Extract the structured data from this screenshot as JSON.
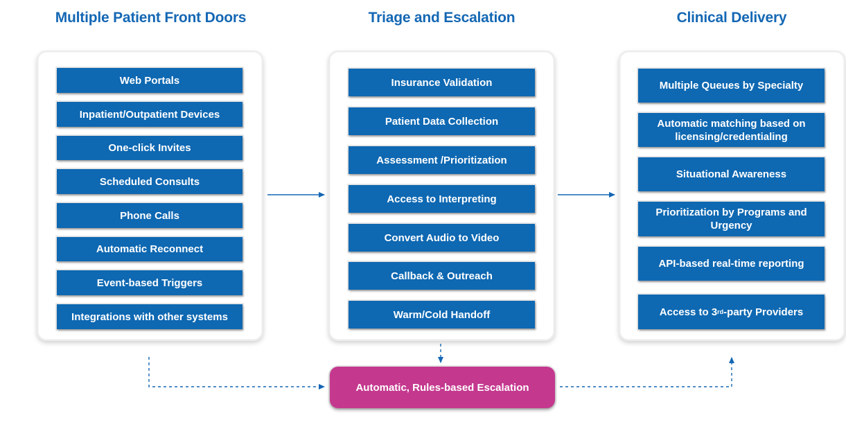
{
  "columns": [
    {
      "title": "Multiple Patient Front Doors",
      "items": [
        "Web Portals",
        "Inpatient/Outpatient Devices",
        "One-click Invites",
        "Scheduled Consults",
        "Phone Calls",
        "Automatic Reconnect",
        "Event-based Triggers",
        "Integrations with other systems"
      ]
    },
    {
      "title": "Triage and Escalation",
      "items": [
        "Insurance Validation",
        "Patient Data Collection",
        "Assessment /Prioritization",
        "Access to Interpreting",
        "Convert Audio to Video",
        "Callback & Outreach",
        "Warm/Cold Handoff"
      ]
    },
    {
      "title": "Clinical Delivery",
      "items": [
        "Multiple Queues by Specialty",
        "Automatic matching based on licensing/credentialing",
        "Situational Awareness",
        "Prioritization by Programs and Urgency",
        "API-based real-time reporting",
        "Access to 3rd-party Providers"
      ]
    }
  ],
  "third_party_provider": {
    "prefix": "Access to 3",
    "superscript": "rd",
    "suffix": "-party Providers"
  },
  "escalation_label": "Automatic, Rules-based Escalation",
  "colors": {
    "title": "#1467b4",
    "item_fill": "#0e68b2",
    "escalation_fill": "#c4388e",
    "arrow": "#1467b4"
  }
}
